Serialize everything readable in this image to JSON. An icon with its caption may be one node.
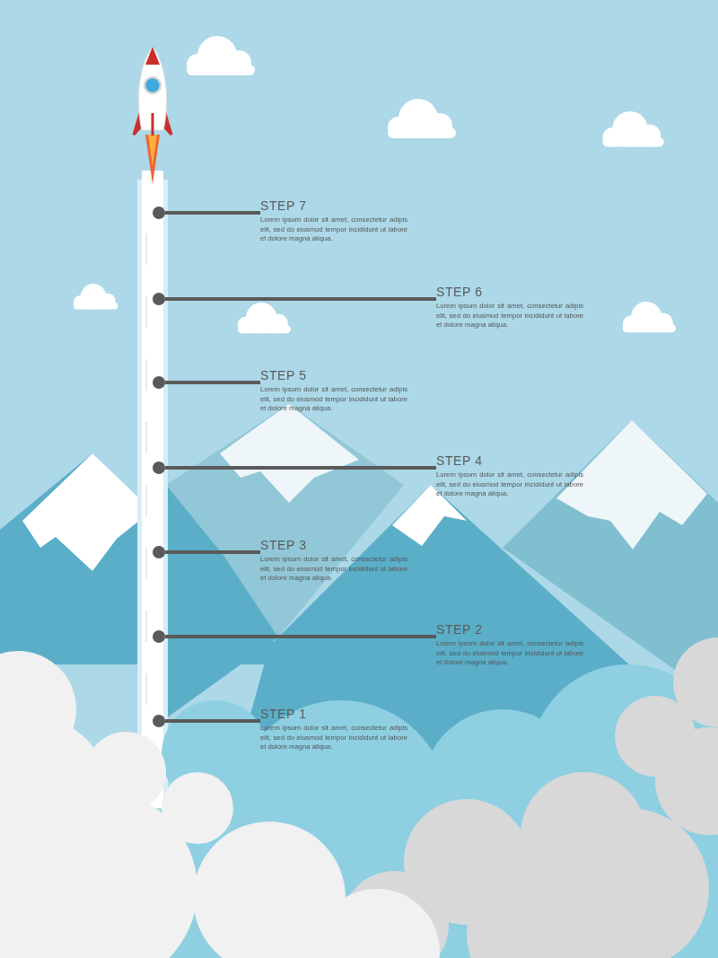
{
  "diagram": {
    "nodes": [
      {
        "text": [
          "STEP 7",
          "Lorem ipsum dolor sit amet, consectetur adipis elit, sed do eiusmod tempor incididunt ut labore et dolore magna aliqua."
        ]
      },
      {
        "text": [
          "STEP 6",
          "Lorem ipsum dolor sit amet, consectetur adipis elit, sed do eiusmod tempor incididunt ut labore et dolore magna aliqua."
        ]
      },
      {
        "text": [
          "STEP 5",
          "Lorem ipsum dolor sit amet, consectetur adipis elit, sed do eiusmod tempor incididunt ut labore et dolore magna aliqua."
        ]
      },
      {
        "text": [
          "STEP 4",
          "Lorem ipsum dolor sit amet, consectetur adipis elit, sed do eiusmod tempor incididunt ut labore et dolore magna aliqua."
        ]
      },
      {
        "text": [
          "STEP 3",
          "Lorem ipsum dolor sit amet, consectetur adipis elit, sed do eiusmod tempor incididunt ut labore et dolore magna aliqua."
        ]
      },
      {
        "text": [
          "STEP 2",
          "Lorem ipsum dolor sit amet, consectetur adipis elit, sed do eiusmod tempor incididunt ut labore et dolore magna aliqua."
        ]
      },
      {
        "text": [
          "STEP 1",
          "Lorem ipsum dolor sit amet, consectetur adipis elit, sed do eiusmod tempor incididunt ut labore et dolore magna aliqua."
        ]
      },
      {
        "text": [],
        "shape": "circle"
      },
      {
        "text": [],
        "shape": "circle"
      },
      {
        "text": [],
        "shape": "circle"
      },
      {
        "text": [],
        "shape": "circle"
      },
      {
        "text": [],
        "shape": "circle"
      },
      {
        "text": [],
        "shape": "circle"
      },
      {
        "text": [],
        "shape": "circle"
      }
    ],
    "edges": [
      {
        "from": 7,
        "to": 0,
        "arrow": "none"
      },
      {
        "from": 8,
        "to": 1,
        "arrow": "none"
      },
      {
        "from": 9,
        "to": 2,
        "arrow": "none"
      },
      {
        "from": 10,
        "to": 3,
        "arrow": "none"
      },
      {
        "from": 11,
        "to": 4,
        "arrow": "none"
      },
      {
        "from": 12,
        "to": 5,
        "arrow": "none"
      },
      {
        "from": 13,
        "to": 6,
        "arrow": "none"
      }
    ]
  }
}
